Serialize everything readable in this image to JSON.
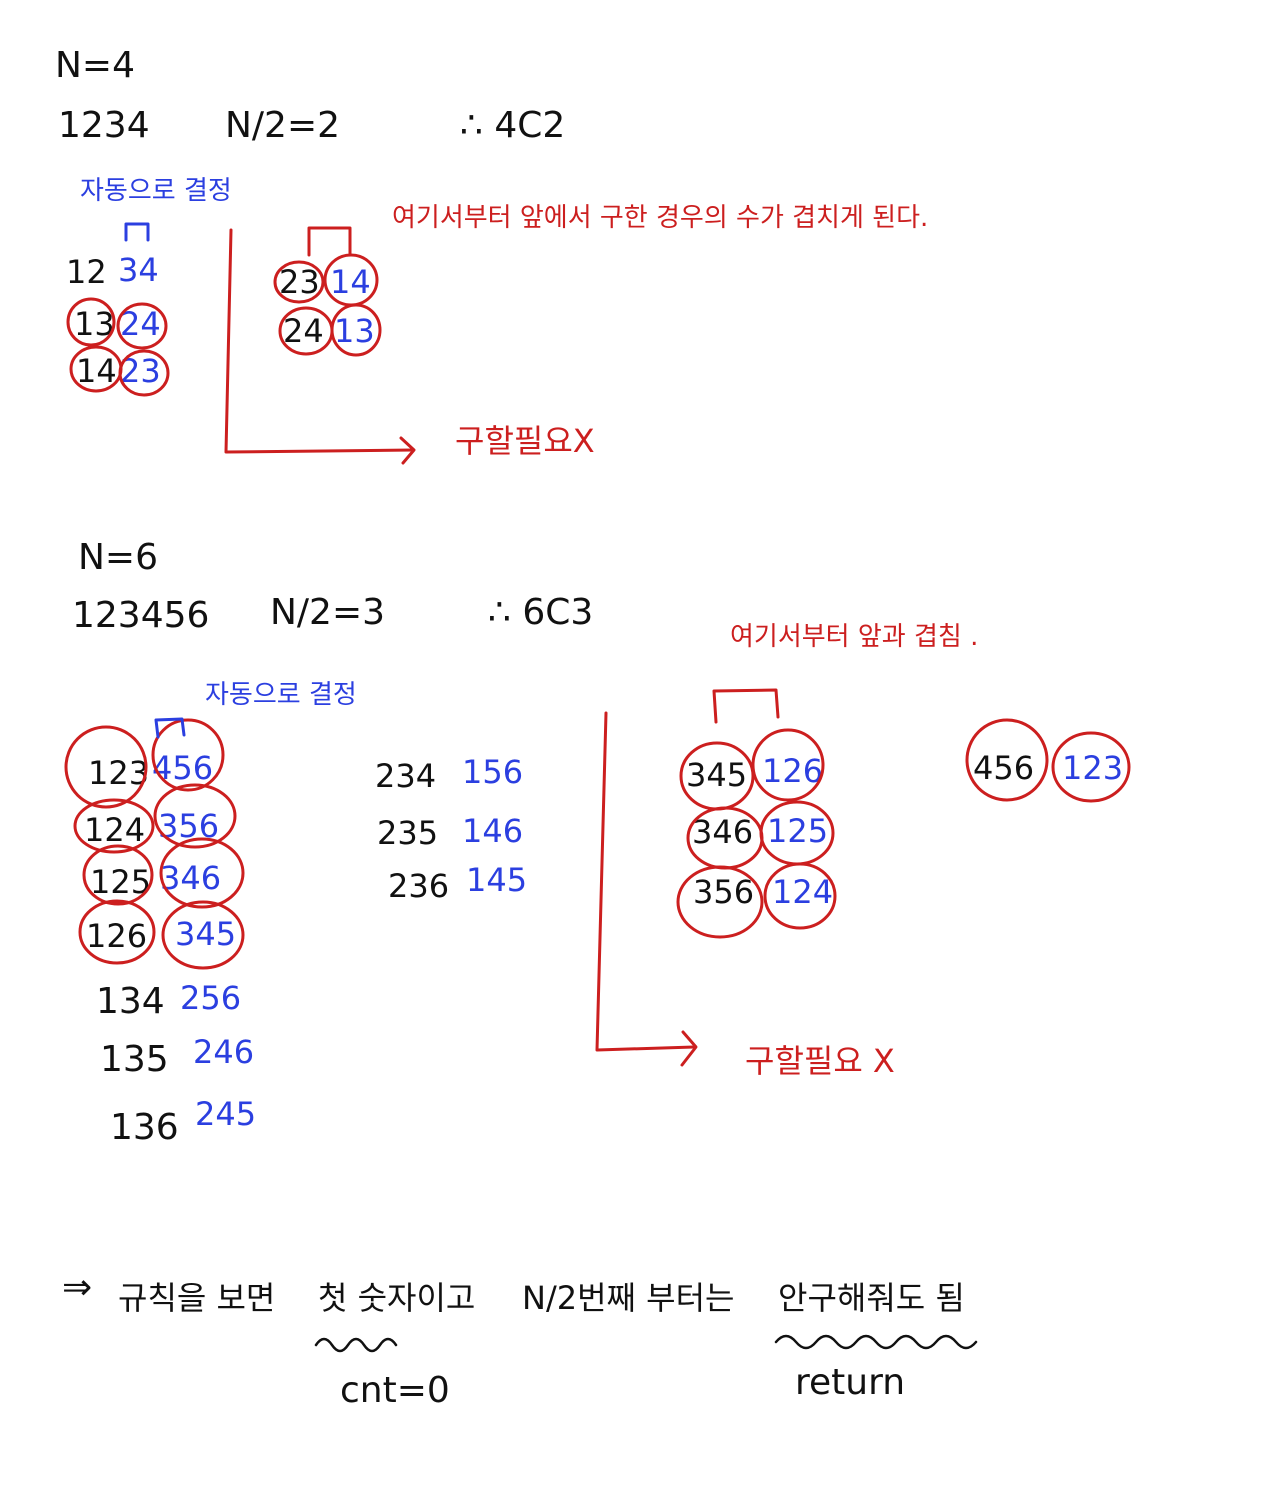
{
  "colors": {
    "ink": "#111111",
    "blue": "#2b3fe0",
    "red": "#cc1f1f",
    "background": "#ffffff"
  },
  "section_n4": {
    "n_label": "N=4",
    "sequence": "1234",
    "half": "N/2=2",
    "combination": "∴ 4C2",
    "auto_note": "자동으로 결정",
    "overlap_note": "여기서부터 앞에서 구한 경우의 수가 겹치게 된다.",
    "rows_left": [
      {
        "first": "12",
        "second": "34"
      },
      {
        "first": "13",
        "second": "24"
      },
      {
        "first": "14",
        "second": "23"
      }
    ],
    "rows_right": [
      {
        "first": "23",
        "second": "14"
      },
      {
        "first": "24",
        "second": "13"
      }
    ],
    "no_need": "구할필요X"
  },
  "section_n6": {
    "n_label": "N=6",
    "sequence": "123456",
    "half": "N/2=3",
    "combination": "∴ 6C3",
    "auto_note": "자동으로 결정",
    "overlap_note": "여기서부터 앞과 겹침 .",
    "col1": [
      {
        "first": "123",
        "second": "456"
      },
      {
        "first": "124",
        "second": "356"
      },
      {
        "first": "125",
        "second": "346"
      },
      {
        "first": "126",
        "second": "345"
      },
      {
        "first": "134",
        "second": "256"
      },
      {
        "first": "135",
        "second": "246"
      },
      {
        "first": "136",
        "second": "245"
      }
    ],
    "col2": [
      {
        "first": "234",
        "second": "156"
      },
      {
        "first": "235",
        "second": "146"
      },
      {
        "first": "236",
        "second": "145"
      }
    ],
    "col3": [
      {
        "first": "345",
        "second": "126"
      },
      {
        "first": "346",
        "second": "125"
      },
      {
        "first": "356",
        "second": "124"
      }
    ],
    "col4": [
      {
        "first": "456",
        "second": "123"
      }
    ],
    "no_need": "구할필요 X"
  },
  "conclusion": {
    "arrow": "⇒",
    "prefix": "규칙을 보면",
    "part1": "첫 숫자이고",
    "part2": "N/2번째 부터는",
    "part3": "안구해줘도 됨",
    "code1": "cnt=0",
    "code2": "return"
  }
}
